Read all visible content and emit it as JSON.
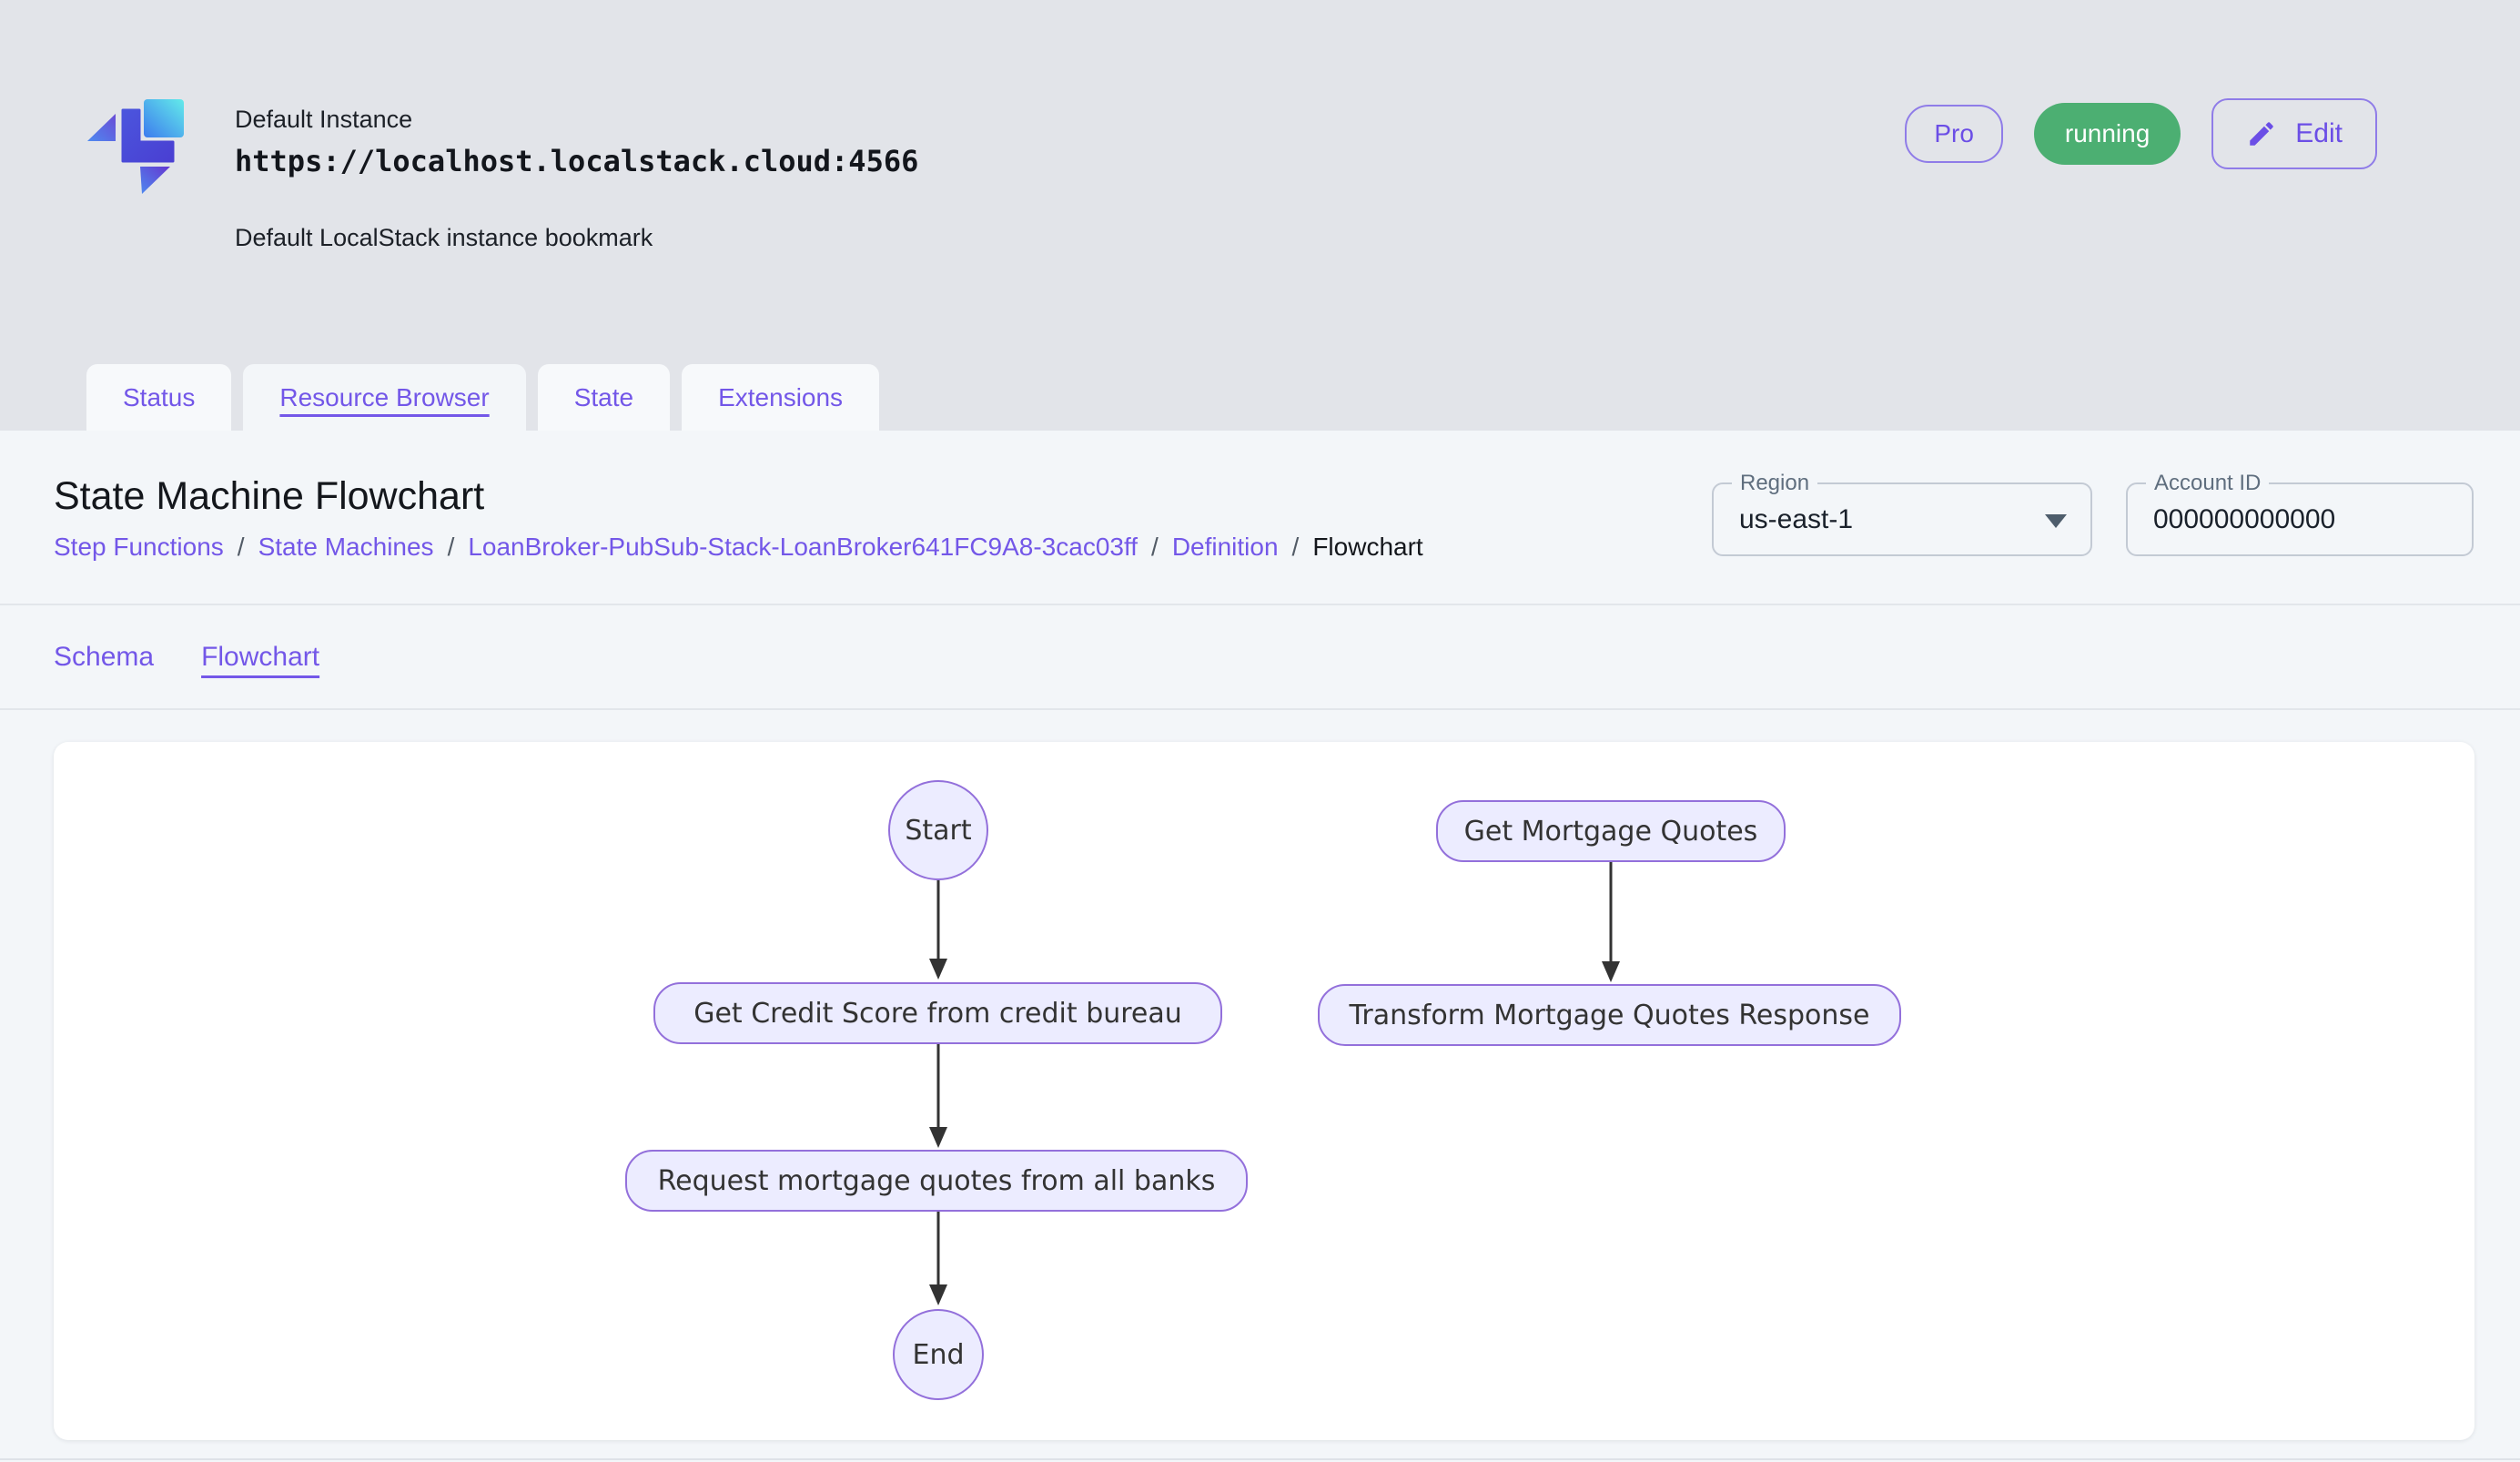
{
  "header": {
    "instance_name": "Default Instance",
    "instance_url": "https://localhost.localstack.cloud:4566",
    "instance_description": "Default LocalStack instance bookmark",
    "pro_badge": "Pro",
    "status_badge": "running",
    "edit_button": "Edit",
    "icons": {
      "logo": "localstack-logo",
      "edit": "pencil"
    }
  },
  "tabs": [
    {
      "label": "Status",
      "active": false
    },
    {
      "label": "Resource Browser",
      "active": true
    },
    {
      "label": "State",
      "active": false
    },
    {
      "label": "Extensions",
      "active": false
    }
  ],
  "page": {
    "title": "State Machine Flowchart",
    "breadcrumb_separator": "/",
    "breadcrumbs": [
      {
        "label": "Step Functions",
        "link": true
      },
      {
        "label": "State Machines",
        "link": true
      },
      {
        "label": "LoanBroker-PubSub-Stack-LoanBroker641FC9A8-3cac03ff",
        "link": true
      },
      {
        "label": "Definition",
        "link": true
      },
      {
        "label": "Flowchart",
        "link": false
      }
    ],
    "region": {
      "label": "Region",
      "value": "us-east-1",
      "icon": "caret-down"
    },
    "account_id": {
      "label": "Account ID",
      "value": "000000000000"
    },
    "subtabs": [
      {
        "label": "Schema",
        "active": false
      },
      {
        "label": "Flowchart",
        "active": true
      }
    ]
  },
  "flowchart": {
    "nodes": [
      {
        "id": "start",
        "label": "Start",
        "shape": "ellipse"
      },
      {
        "id": "get-credit-score",
        "label": "Get Credit Score from credit bureau",
        "shape": "rect"
      },
      {
        "id": "request-quotes",
        "label": "Request mortgage quotes from all banks",
        "shape": "rect"
      },
      {
        "id": "end",
        "label": "End",
        "shape": "ellipse"
      },
      {
        "id": "get-mortgage-quotes",
        "label": "Get Mortgage Quotes",
        "shape": "rect"
      },
      {
        "id": "transform-response",
        "label": "Transform Mortgage Quotes Response",
        "shape": "rect"
      }
    ],
    "edges": [
      {
        "from": "start",
        "to": "get-credit-score"
      },
      {
        "from": "get-credit-score",
        "to": "request-quotes"
      },
      {
        "from": "request-quotes",
        "to": "end"
      },
      {
        "from": "get-mortgage-quotes",
        "to": "transform-response"
      }
    ],
    "colors": {
      "node_fill": "#ECECFF",
      "node_border": "#9370DB",
      "arrow": "#333333"
    }
  },
  "colors": {
    "accent_purple": "#7357E8",
    "badge_green": "#4CAF72",
    "header_background": "#E2E4E9",
    "panel_background": "#F3F6F9",
    "card_background": "#FFFFFF"
  }
}
